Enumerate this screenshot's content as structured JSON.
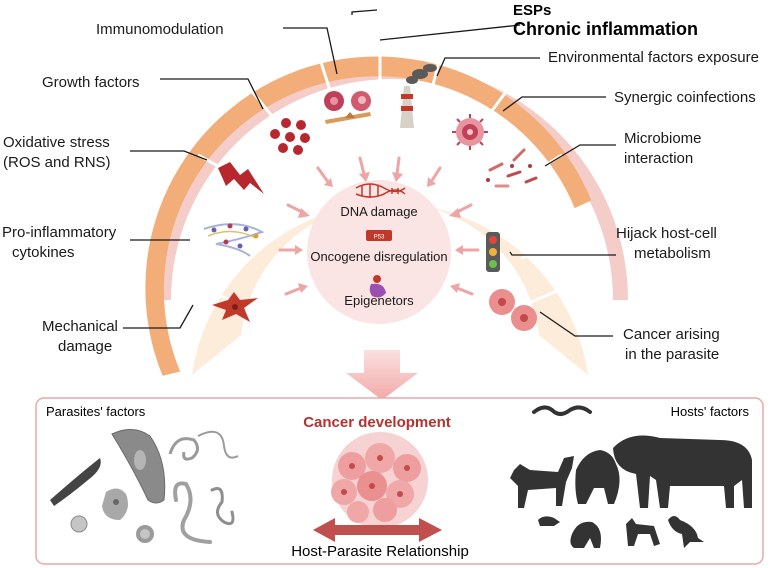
{
  "headings": {
    "esps": "ESPs",
    "chronic_inflammation": "Chronic inflammation"
  },
  "factors": {
    "immunomodulation": "Immunomodulation",
    "growth_factors": "Growth factors",
    "oxidative_stress_line1": "Oxidative stress",
    "oxidative_stress_line2": "(ROS and RNS)",
    "cytokines_line1": "Pro-inflammatory",
    "cytokines_line2": "cytokines",
    "mechanical_line1": "Mechanical",
    "mechanical_line2": "damage",
    "environmental": "Environmental factors exposure",
    "synergic": "Synergic coinfections",
    "microbiome_line1": "Microbiome",
    "microbiome_line2": "interaction",
    "hijack_line1": "Hijack host-cell",
    "hijack_line2": "metabolism",
    "cancer_parasite_line1": "Cancer arising",
    "cancer_parasite_line2": "in the parasite"
  },
  "center": {
    "dna_damage": "DNA damage",
    "p53_badge": "P53",
    "oncogene": "Oncogene disregulation",
    "epigenetors": "Epigenetors"
  },
  "bottom": {
    "parasites_factors": "Parasites' factors",
    "hosts_factors": "Hosts' factors",
    "cancer_development": "Cancer development",
    "relationship": "Host-Parasite Relationship"
  },
  "colors": {
    "outer_arc": "#f4cdc9",
    "inner_arc": "#f2ad78",
    "segment_fill": "#fdecd9",
    "center_fill": "#fbe4e4",
    "accent_red": "#b5332e",
    "arrow_pink": "#eda5a5",
    "silhouette": "#333333",
    "parasite_gray": "#8a8a8a"
  },
  "icons": [
    "macrophage-icon",
    "cell-cluster-icon",
    "lightning-icon",
    "cytokine-network-icon",
    "damaged-cell-icon",
    "factory-icon",
    "virus-icon",
    "bacteria-icon",
    "traffic-light-icon",
    "dividing-cell-icon",
    "dna-icon",
    "p53-icon",
    "histone-icon",
    "tumor-icon",
    "worm-icon",
    "snake-icon",
    "dog-icon",
    "monkey-icon",
    "cow-icon",
    "mouse-icon",
    "cat-icon",
    "bird-icon"
  ]
}
